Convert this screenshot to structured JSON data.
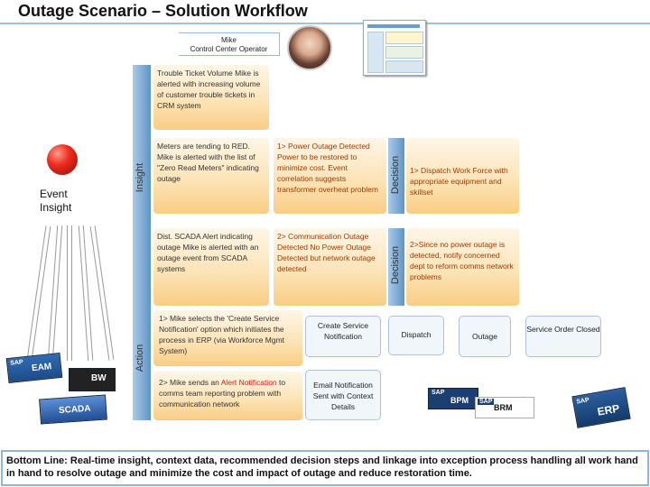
{
  "title": "Outage Scenario – Solution Workflow",
  "persona": {
    "line1": "Mike",
    "line2": "Control Center Operator"
  },
  "left": {
    "insight_label": "Event Insight",
    "bw_label": "BW"
  },
  "lanes": {
    "insight": "Insight",
    "action": "Action",
    "decision1": "Decision",
    "decision2": "Decision"
  },
  "cards": {
    "trouble_ticket": "Trouble Ticket Volume Mike is alerted with increasing volume of customer trouble tickets in CRM system",
    "meters": "Meters are tending to RED. Mike is alerted with the list of \"Zero Read Meters\" indicating outage",
    "scada": "Dist. SCADA Alert indicating outage Mike is alerted with an outage event from SCADA systems",
    "power_outage": "1> Power Outage Detected Power to be restored to minimize cost. Event correlation suggests transformer overheat problem",
    "comm_outage": "2> Communication Outage Detected No Power Outage Detected but network outage detected",
    "dispatch_work": "1> Dispatch Work Force with appropriate equipment and skillset",
    "no_power": "2>Since no power outage is detected, notify concerned dept to reform comms network problems",
    "action1_pre": "1> Mike selects the 'Create Service Notification' option which initiates the process in ERP (via Workforce Mgmt System)",
    "action2_pre": "2> Mike sends an ",
    "action2_alert": "Alert Notification",
    "action2_post": " to comms team reporting problem with communication network"
  },
  "actions": {
    "create_sn": "Create Service Notification",
    "dispatch": "Dispatch",
    "outage": "Outage",
    "so_closed": "Service Order Closed",
    "email": "Email Notification Sent with Context Details"
  },
  "logos": {
    "eam": "EAM",
    "scada": "SCADA",
    "bpm": "BPM",
    "brm": "BRM",
    "erp": "ERP",
    "sap": "SAP"
  },
  "bottom_line": "Bottom Line: Real-time insight, context data, recommended decision steps and linkage into exception process handling all work hand in hand to resolve outage and minimize the cost and impact of outage and reduce restoration time."
}
